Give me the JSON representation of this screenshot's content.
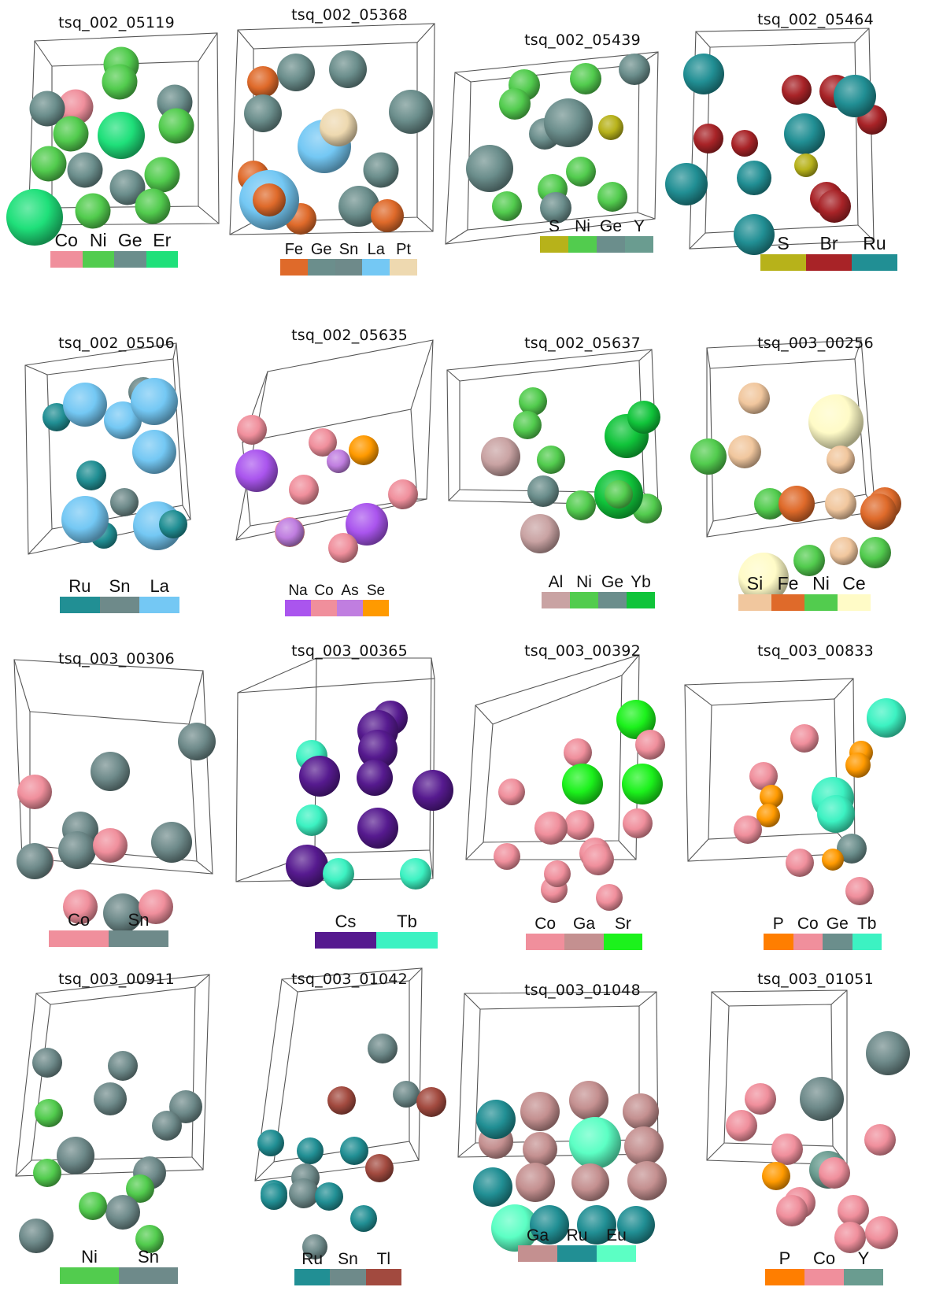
{
  "colors": {
    "S": "#b7b21a",
    "Co": "#f08f9c",
    "Ni": "#52cc4e",
    "Ge": "#6b8e8c",
    "Er": "#1fe07a",
    "Fe": "#df6a2a",
    "Sn": "#6e8a8a",
    "La": "#74c8f4",
    "Pt": "#eed9b0",
    "Y": "#6a9c90",
    "Br": "#a82327",
    "Ru": "#218f94",
    "Na": "#aa55ee",
    "As": "#c07ee0",
    "Se": "#ff9a00",
    "Al": "#c9a3a3",
    "Yb": "#10c43a",
    "Si": "#f1c79e",
    "Ce": "#fffbc7",
    "Cs": "#561a8f",
    "Tb": "#3cf2c2",
    "Ga": "#c49090",
    "Sr": "#1cf21c",
    "P": "#ff7e00",
    "Tl": "#a24a3f",
    "Eu": "#5cffc4"
  },
  "panels": [
    {
      "title": "tsq_002_05119",
      "elements": [
        "Co",
        "Ni",
        "Ge",
        "Er"
      ]
    },
    {
      "title": "tsq_002_05368",
      "elements": [
        "Fe",
        "Ge",
        "Sn",
        "La",
        "Pt"
      ]
    },
    {
      "title": "tsq_002_05439",
      "elements": [
        "S",
        "Ni",
        "Ge",
        "Y"
      ]
    },
    {
      "title": "tsq_002_05464",
      "elements": [
        "S",
        "Br",
        "Ru"
      ]
    },
    {
      "title": "tsq_002_05506",
      "elements": [
        "Ru",
        "Sn",
        "La"
      ]
    },
    {
      "title": "tsq_002_05635",
      "elements": [
        "Na",
        "Co",
        "As",
        "Se"
      ]
    },
    {
      "title": "tsq_002_05637",
      "elements": [
        "Al",
        "Ni",
        "Ge",
        "Yb"
      ]
    },
    {
      "title": "tsq_003_00256",
      "elements": [
        "Si",
        "Fe",
        "Ni",
        "Ce"
      ]
    },
    {
      "title": "tsq_003_00306",
      "elements": [
        "Co",
        "Sn"
      ]
    },
    {
      "title": "tsq_003_00365",
      "elements": [
        "Cs",
        "Tb"
      ]
    },
    {
      "title": "tsq_003_00392",
      "elements": [
        "Co",
        "Ga",
        "Sr"
      ]
    },
    {
      "title": "tsq_003_00833",
      "elements": [
        "P",
        "Co",
        "Ge",
        "Tb"
      ]
    },
    {
      "title": "tsq_003_00911",
      "elements": [
        "Ni",
        "Sn"
      ]
    },
    {
      "title": "tsq_003_01042",
      "elements": [
        "Ru",
        "Sn",
        "Tl"
      ]
    },
    {
      "title": "tsq_003_01048",
      "elements": [
        "Ga",
        "Ru",
        "Eu"
      ]
    },
    {
      "title": "tsq_003_01051",
      "elements": [
        "P",
        "Co",
        "Y"
      ]
    }
  ],
  "atoms": [
    [
      [
        "Ni",
        45
      ],
      [
        "Ni",
        45
      ],
      [
        "Ge",
        45
      ],
      [
        "Co",
        45
      ],
      [
        "Ge",
        45
      ],
      [
        "Ni",
        45
      ],
      [
        "Er",
        60
      ],
      [
        "Ni",
        45
      ],
      [
        "Ge",
        45
      ],
      [
        "Ni",
        45
      ],
      [
        "Ni",
        45
      ],
      [
        "Ge",
        45
      ],
      [
        "Ni",
        45
      ],
      [
        "Ni",
        45
      ],
      [
        "Ni",
        45
      ],
      [
        "Er",
        72
      ]
    ],
    [
      [
        "Fe",
        40
      ],
      [
        "Ge",
        48
      ],
      [
        "Ge",
        48
      ],
      [
        "Ge",
        56
      ],
      [
        "Fe",
        40
      ],
      [
        "Ge",
        48
      ],
      [
        "La",
        68
      ],
      [
        "Pt",
        48
      ],
      [
        "Ge",
        45
      ],
      [
        "Fe",
        40
      ],
      [
        "Ge",
        52
      ],
      [
        "Fe",
        42
      ],
      [
        "La",
        76
      ],
      [
        "Fe",
        42
      ]
    ],
    [
      [
        "Ge",
        40
      ],
      [
        "Ni",
        40
      ],
      [
        "Ni",
        40
      ],
      [
        "Ni",
        40
      ],
      [
        "Ge",
        40
      ],
      [
        "Ge",
        62
      ],
      [
        "S",
        32
      ],
      [
        "Ni",
        38
      ],
      [
        "Ge",
        60
      ],
      [
        "Ni",
        38
      ],
      [
        "Ni",
        38
      ],
      [
        "Ge",
        40
      ],
      [
        "S",
        32
      ],
      [
        "Ni",
        38
      ]
    ],
    [
      [
        "Ru",
        52
      ],
      [
        "Br",
        38
      ],
      [
        "Br",
        42
      ],
      [
        "Br",
        38
      ],
      [
        "Br",
        34
      ],
      [
        "Br",
        42
      ],
      [
        "Ru",
        52
      ],
      [
        "S",
        30
      ],
      [
        "Br",
        42
      ],
      [
        "Ru",
        54
      ],
      [
        "Br",
        38
      ],
      [
        "Ru",
        44
      ],
      [
        "Ru",
        52
      ],
      [
        "Ru",
        54
      ]
    ],
    [
      [
        "Ru",
        36
      ],
      [
        "Sn",
        38
      ],
      [
        "La",
        56
      ],
      [
        "La",
        48
      ],
      [
        "La",
        60
      ],
      [
        "Ru",
        38
      ],
      [
        "La",
        56
      ],
      [
        "Sn",
        36
      ],
      [
        "Ru",
        34
      ],
      [
        "La",
        60
      ],
      [
        "La",
        62
      ],
      [
        "Ru",
        36
      ]
    ],
    [
      [
        "Co",
        38
      ],
      [
        "Co",
        36
      ],
      [
        "As",
        30
      ],
      [
        "Se",
        38
      ],
      [
        "Na",
        54
      ],
      [
        "Co",
        38
      ],
      [
        "Co",
        38
      ],
      [
        "As",
        36
      ],
      [
        "Na",
        54
      ],
      [
        "Co",
        38
      ],
      [
        "Co",
        38
      ]
    ],
    [
      [
        "Ni",
        36
      ],
      [
        "Ni",
        36
      ],
      [
        "Al",
        50
      ],
      [
        "Ni",
        36
      ],
      [
        "Yb",
        56
      ],
      [
        "Ge",
        40
      ],
      [
        "Yb",
        42
      ],
      [
        "Ni",
        38
      ],
      [
        "Al",
        50
      ],
      [
        "Ni",
        38
      ],
      [
        "Yb",
        62
      ],
      [
        "Ni",
        36
      ]
    ],
    [
      [
        "Si",
        40
      ],
      [
        "Ce",
        70
      ],
      [
        "Ni",
        46
      ],
      [
        "Si",
        42
      ],
      [
        "Si",
        36
      ],
      [
        "Ni",
        40
      ],
      [
        "Fe",
        46
      ],
      [
        "Si",
        40
      ],
      [
        "Fe",
        42
      ],
      [
        "Fe",
        46
      ],
      [
        "Ni",
        40
      ],
      [
        "Si",
        36
      ],
      [
        "Ni",
        40
      ],
      [
        "Ce",
        64
      ]
    ],
    [
      [
        "Sn",
        48
      ],
      [
        "Co",
        44
      ],
      [
        "Sn",
        50
      ],
      [
        "Co",
        44
      ],
      [
        "Sn",
        46
      ],
      [
        "Sn",
        48
      ],
      [
        "Co",
        44
      ],
      [
        "Sn",
        50
      ],
      [
        "Co",
        44
      ],
      [
        "Sn",
        52
      ],
      [
        "Co",
        44
      ],
      [
        "Co",
        44
      ],
      [
        "Sn",
        44
      ],
      [
        "Sn",
        46
      ]
    ],
    [
      [
        "Cs",
        44
      ],
      [
        "Tb",
        40
      ],
      [
        "Cs",
        52
      ],
      [
        "Cs",
        50
      ],
      [
        "Cs",
        52
      ],
      [
        "Cs",
        46
      ],
      [
        "Cs",
        52
      ],
      [
        "Tb",
        40
      ],
      [
        "Cs",
        52
      ],
      [
        "Cs",
        54
      ],
      [
        "Tb",
        40
      ],
      [
        "Tb",
        40
      ]
    ],
    [
      [
        "Sr",
        50
      ],
      [
        "Co",
        36
      ],
      [
        "Co",
        38
      ],
      [
        "Sr",
        52
      ],
      [
        "Sr",
        52
      ],
      [
        "Co",
        34
      ],
      [
        "Co",
        38
      ],
      [
        "Co",
        42
      ],
      [
        "Co",
        38
      ],
      [
        "Co",
        40
      ],
      [
        "Co",
        40
      ],
      [
        "Co",
        34
      ],
      [
        "Co",
        34
      ],
      [
        "Co",
        34
      ],
      [
        "Co",
        34
      ]
    ],
    [
      [
        "Tb",
        50
      ],
      [
        "Co",
        36
      ],
      [
        "Co",
        36
      ],
      [
        "Se",
        30
      ],
      [
        "Se",
        32
      ],
      [
        "Tb",
        54
      ],
      [
        "Se",
        30
      ],
      [
        "Se",
        30
      ],
      [
        "Tb",
        48
      ],
      [
        "Co",
        36
      ],
      [
        "Co",
        36
      ],
      [
        "Ge",
        38
      ],
      [
        "Se",
        28
      ],
      [
        "Co",
        36
      ]
    ],
    [
      [
        "Sn",
        38
      ],
      [
        "Sn",
        38
      ],
      [
        "Ni",
        36
      ],
      [
        "Sn",
        42
      ],
      [
        "Sn",
        42
      ],
      [
        "Sn",
        38
      ],
      [
        "Sn",
        48
      ],
      [
        "Ni",
        36
      ],
      [
        "Sn",
        42
      ],
      [
        "Ni",
        36
      ],
      [
        "Sn",
        44
      ],
      [
        "Sn",
        44
      ],
      [
        "Ni",
        36
      ],
      [
        "Ni",
        36
      ]
    ],
    [
      [
        "Sn",
        38
      ],
      [
        "Tl",
        36
      ],
      [
        "Sn",
        34
      ],
      [
        "Tl",
        38
      ],
      [
        "Ru",
        34
      ],
      [
        "Ru",
        34
      ],
      [
        "Ru",
        36
      ],
      [
        "Sn",
        36
      ],
      [
        "Tl",
        36
      ],
      [
        "Sn",
        38
      ],
      [
        "Ru",
        34
      ],
      [
        "Ru",
        36
      ],
      [
        "Sn",
        32
      ],
      [
        "Ru",
        34
      ],
      [
        "Ru",
        34
      ]
    ],
    [
      [
        "Ga",
        50
      ],
      [
        "Ga",
        44
      ],
      [
        "Ga",
        50
      ],
      [
        "Ru",
        50
      ],
      [
        "Ga",
        44
      ],
      [
        "Eu",
        66
      ],
      [
        "Ga",
        46
      ],
      [
        "Ga",
        50
      ],
      [
        "Ru",
        50
      ],
      [
        "Ga",
        50
      ],
      [
        "Ga",
        50
      ],
      [
        "Eu",
        60
      ],
      [
        "Ru",
        50
      ],
      [
        "Ru",
        50
      ],
      [
        "Ga",
        48
      ],
      [
        "Ru",
        48
      ]
    ],
    [
      [
        "Sn",
        56
      ],
      [
        "Co",
        40
      ],
      [
        "Sn",
        56
      ],
      [
        "Co",
        40
      ],
      [
        "Co",
        40
      ],
      [
        "Co",
        40
      ],
      [
        "Y",
        48
      ],
      [
        "Se",
        36
      ],
      [
        "Co",
        40
      ],
      [
        "Co",
        40
      ],
      [
        "Co",
        40
      ],
      [
        "Co",
        40
      ],
      [
        "Co",
        40
      ],
      [
        "Co",
        42
      ]
    ]
  ]
}
